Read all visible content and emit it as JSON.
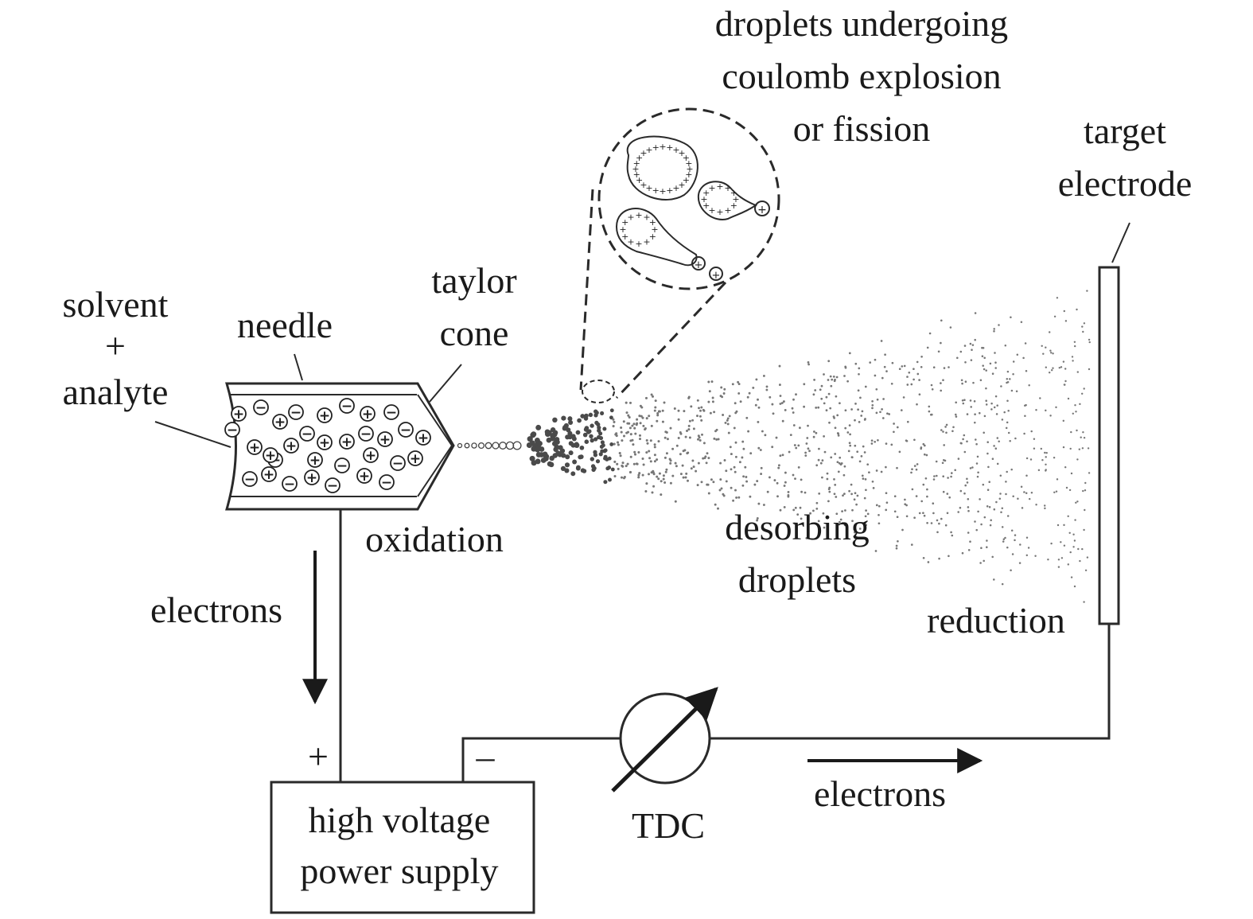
{
  "labels": {
    "droplets_line1": "droplets undergoing",
    "droplets_line2": "coulomb explosion",
    "droplets_line3": "or fission",
    "target_line1": "target",
    "target_line2": "electrode",
    "solvent_line1": "solvent",
    "solvent_line2": "+",
    "solvent_line3": "analyte",
    "needle": "needle",
    "taylor_line1": "taylor",
    "taylor_line2": "cone",
    "oxidation": "oxidation",
    "desorbing_line1": "desorbing",
    "desorbing_line2": "droplets",
    "reduction": "reduction",
    "electrons_left": "electrons",
    "electrons_bottom": "electrons",
    "plus_terminal": "+",
    "minus_terminal": "–",
    "tdc": "TDC",
    "power_line1": "high voltage",
    "power_line2": "power supply"
  },
  "ion_symbols": {
    "positive": "+",
    "negative": "−"
  },
  "colors": {
    "ink": "#2a2a2a",
    "spray": "#555555",
    "background": "#ffffff"
  }
}
